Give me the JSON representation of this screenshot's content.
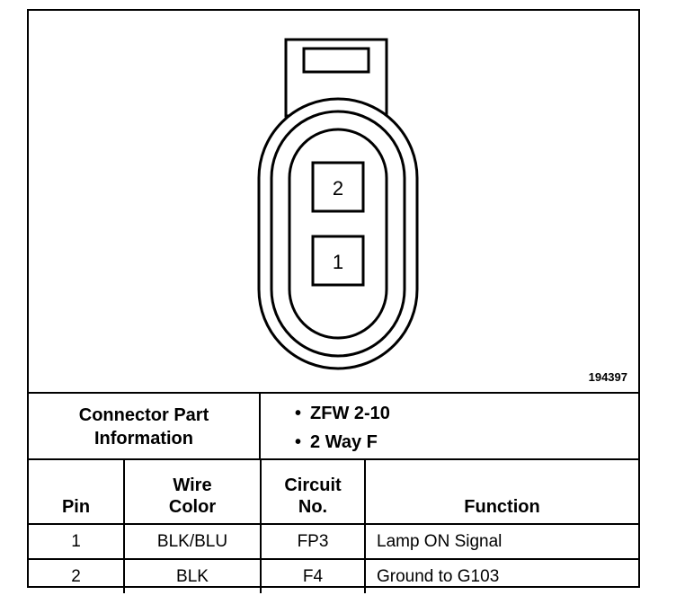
{
  "diagram": {
    "figure_id": "194397",
    "cavity_labels": [
      "2",
      "1"
    ]
  },
  "connector_info": {
    "label": "Connector Part\nInformation",
    "items": [
      "ZFW 2-10",
      "2 Way F"
    ]
  },
  "pin_table": {
    "headers": {
      "pin": "Pin",
      "wire_color": "Wire\nColor",
      "circuit": "Circuit\nNo.",
      "function": "Function"
    },
    "rows": [
      {
        "pin": "1",
        "wire_color": "BLK/BLU",
        "circuit": "FP3",
        "function": "Lamp ON Signal"
      },
      {
        "pin": "2",
        "wire_color": "BLK",
        "circuit": "F4",
        "function": "Ground to G103"
      }
    ]
  }
}
